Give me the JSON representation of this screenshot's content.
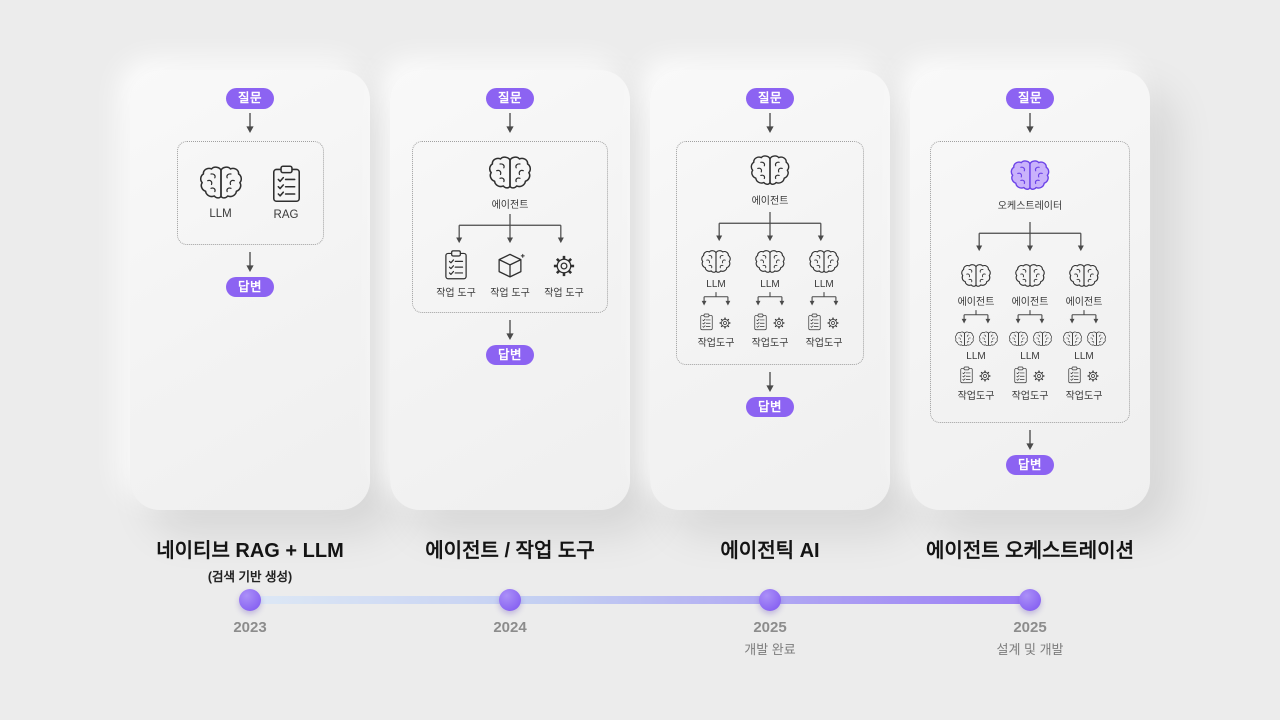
{
  "pills": {
    "question": "질문",
    "answer": "답변"
  },
  "cards": [
    {
      "title": "네이티브 RAG + LLM",
      "subtitle": "(검색 기반 생성)",
      "nodes": {
        "llm": "LLM",
        "rag": "RAG"
      }
    },
    {
      "title": "에이전트 / 작업 도구",
      "subtitle": "",
      "agent": "에이전트",
      "tool": "작업 도구"
    },
    {
      "title": "에이전틱 AI",
      "subtitle": "",
      "agent": "에이전트",
      "llm": "LLM",
      "tool": "작업도구"
    },
    {
      "title": "에이전트 오케스트레이션",
      "subtitle": "",
      "orchestrator": "오케스트레이터",
      "agent": "에이전트",
      "llm": "LLM",
      "tool": "작업도구"
    }
  ],
  "timeline": {
    "points": [
      {
        "year": "2023",
        "note": ""
      },
      {
        "year": "2024",
        "note": ""
      },
      {
        "year": "2025",
        "note": "개발 완료"
      },
      {
        "year": "2025",
        "note": "설계 및 개발"
      }
    ]
  },
  "colors": {
    "background": "#ececec",
    "accent": "#8c63f2",
    "pill_bg": "#8c63f2",
    "dot": "#7d55f0",
    "tl_start": "#dde8f5",
    "tl_mid": "#c2cdf2",
    "tl_end": "#9b7cf4",
    "orchestrator_fill": "#c9b2fb",
    "orchestrator_stroke": "#6c43e8"
  }
}
